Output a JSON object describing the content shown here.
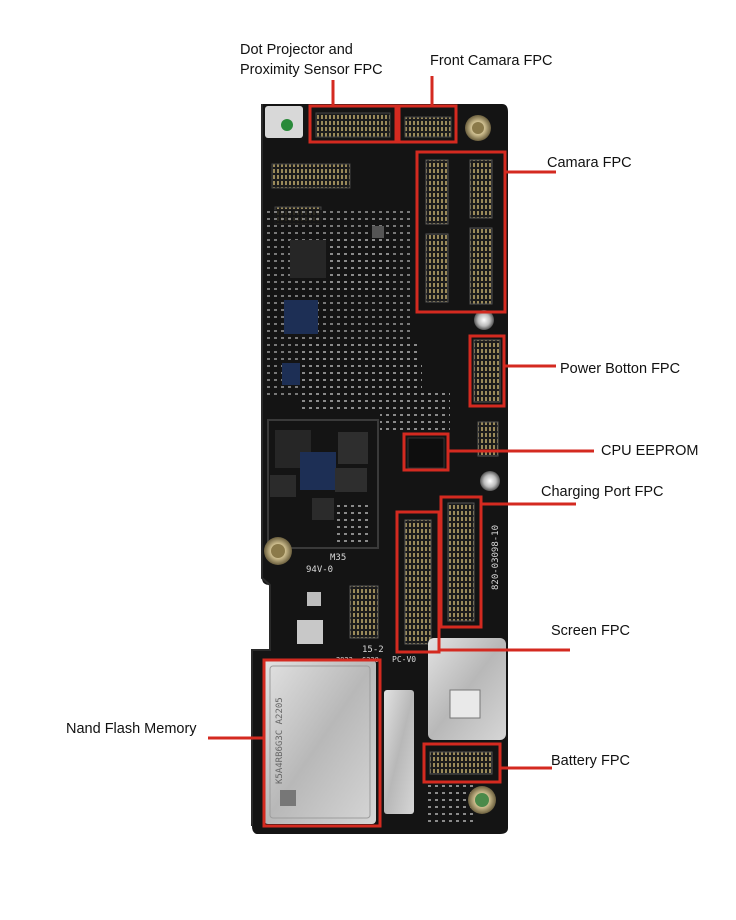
{
  "labels": {
    "dot_projector": "Dot Projector and\nProximity Sensor FPC",
    "front_camera": "Front Camara FPC",
    "camera": "Camara FPC",
    "power_button": "Power Botton FPC",
    "cpu_eeprom": "CPU EEPROM",
    "charging_port": "Charging Port FPC",
    "screen": "Screen FPC",
    "nand_flash": "Nand Flash Memory",
    "battery": "Battery FPC"
  },
  "board_markings": {
    "part_number": "820-03098-10",
    "marking_a": "M35",
    "marking_b": "94V-0",
    "marking_c": "15-2",
    "marking_d": "PC-V0",
    "marking_e": "2923",
    "marking_f": "6330",
    "nand_text": "K5A4RB6G3C A2205"
  },
  "colors": {
    "highlight": "#d42a20",
    "board": "#141414",
    "shield": "#cfcfcf"
  }
}
